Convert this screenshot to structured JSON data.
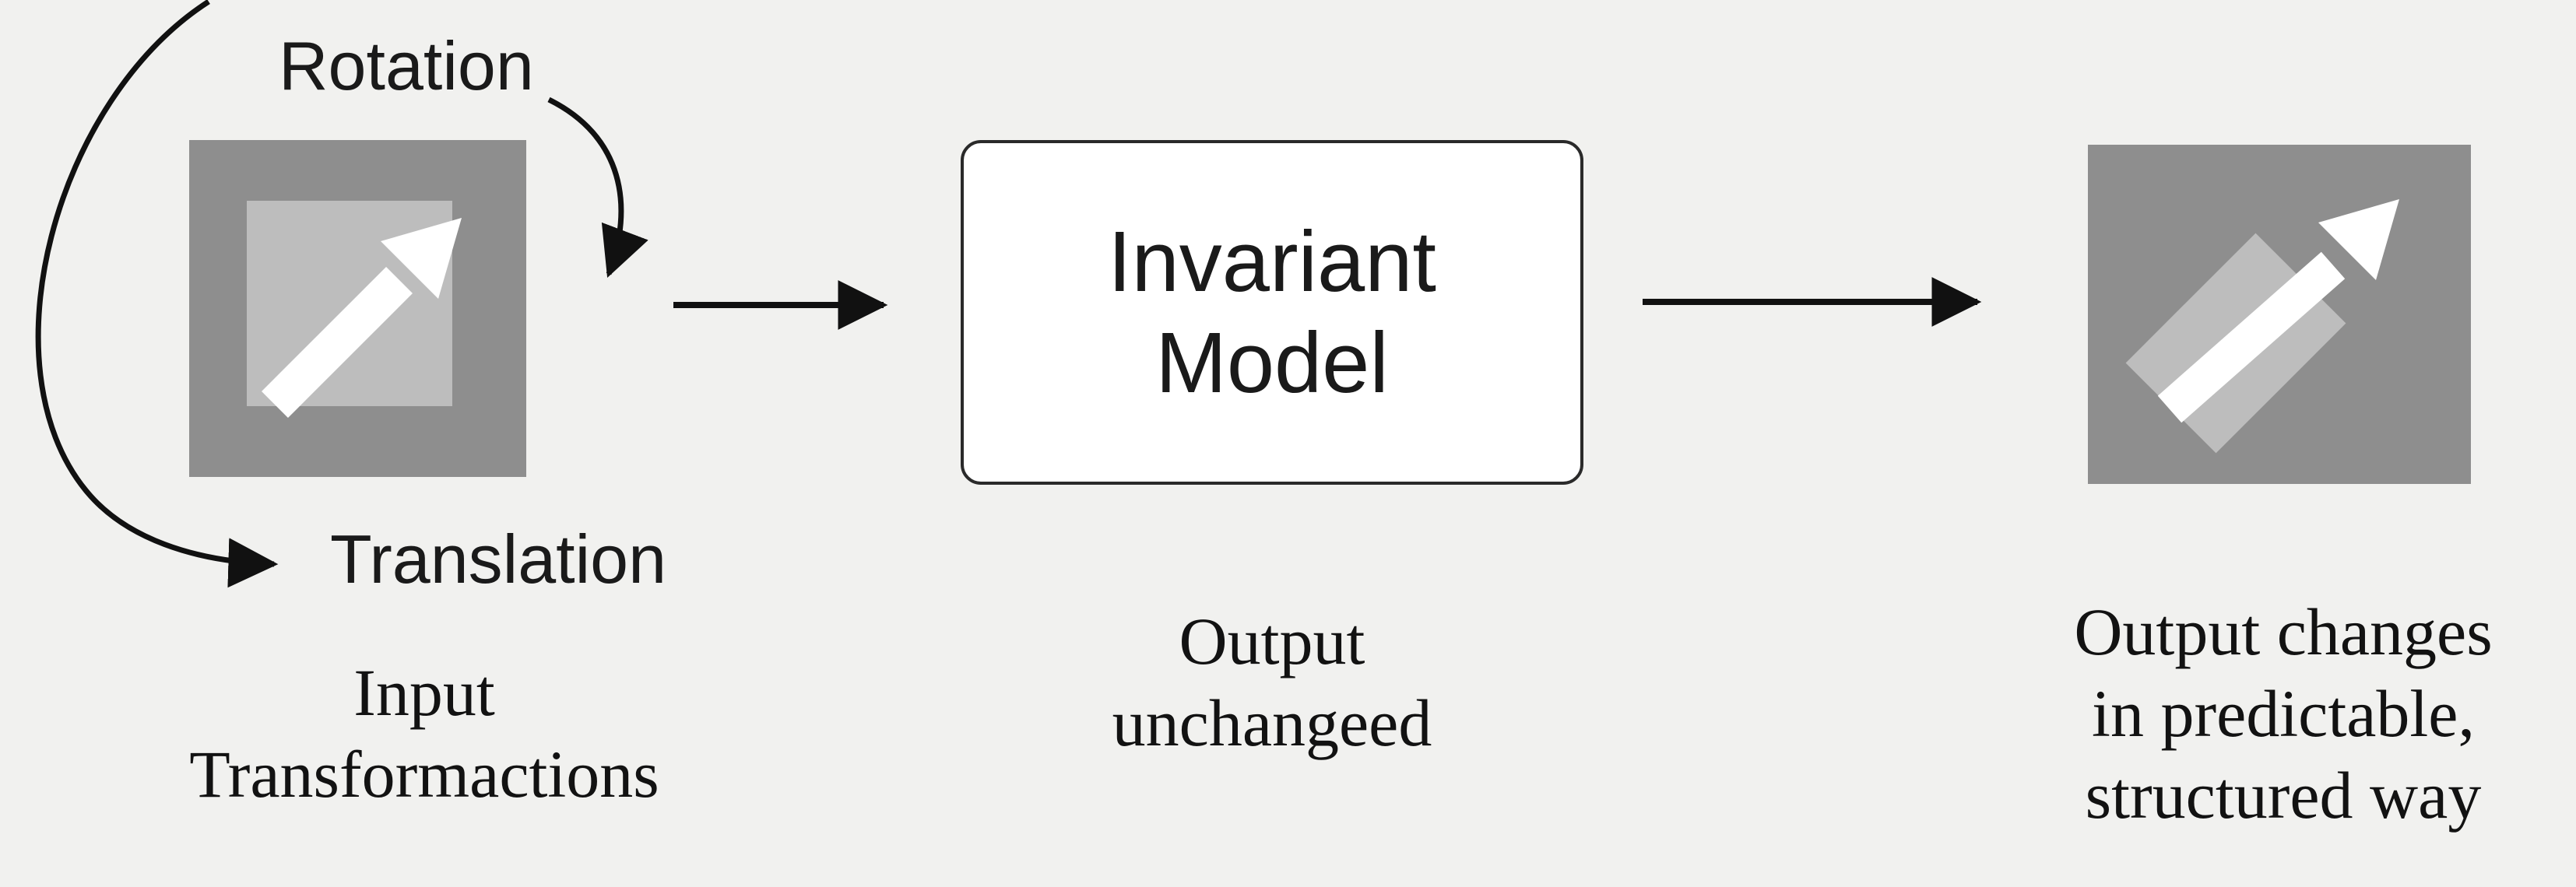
{
  "diagram": {
    "rotation_label": "Rotation",
    "translation_label": "Translation",
    "model_box": {
      "line1": "Invariant",
      "line2": "Model"
    },
    "captions": {
      "input_line1": "Input",
      "input_line2": "Transformactions",
      "middle_line1": "Output",
      "middle_line2": "unchangeed",
      "output_line1": "Output changes",
      "output_line2": "in predictable,",
      "output_line3": "structured way"
    },
    "icons": {
      "input_image": "gray-square-with-up-right-arrow",
      "output_image": "gray-square-with-rotated-translated-arrow",
      "rotation_arrow": "curved-arrow-down",
      "translation_arrow": "curved-arc-left-to-right",
      "flow_arrow_1": "right-arrow",
      "flow_arrow_2": "right-arrow"
    },
    "colors": {
      "background": "#f1f1ef",
      "square": "#8e8e8e",
      "inner_square": "#bdbdbd",
      "arrow_white": "#ffffff",
      "ink": "#1a1a1a",
      "box_bg": "#ffffff",
      "box_border": "#2a2a2a"
    }
  }
}
